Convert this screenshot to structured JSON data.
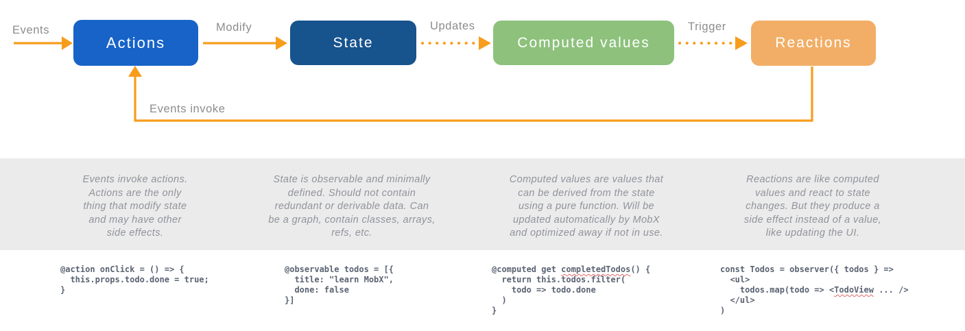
{
  "diagram": {
    "nodes": [
      {
        "id": "actions",
        "label": "Actions",
        "color": "#1763c8"
      },
      {
        "id": "state",
        "label": "State",
        "color": "#17538d"
      },
      {
        "id": "computed",
        "label": "Computed values",
        "color": "#8dc17c"
      },
      {
        "id": "reactions",
        "label": "Reactions",
        "color": "#f2ae66"
      }
    ],
    "edge_labels": {
      "events": "Events",
      "modify": "Modify",
      "updates": "Updates",
      "trigger": "Trigger",
      "events_invoke": "Events invoke"
    },
    "arrow_color": "#f79d1d"
  },
  "descriptions": [
    "Events invoke actions.\nActions are the only\nthing that modify state\nand may have other\nside effects.",
    "State is observable and minimally\ndefined. Should not contain\nredundant or derivable data. Can\nbe a graph, contain classes, arrays,\nrefs, etc.",
    "Computed values are values that\ncan be derived from the state\nusing a pure function. Will be\nupdated automatically by MobX\nand optimized away if not in use.",
    "Reactions are like computed\nvalues and react to state\nchanges. But they produce a\nside effect instead of a value,\nlike updating the UI."
  ],
  "code": {
    "blocks": [
      {
        "lines": [
          "@action onClick = () => {",
          "  this.props.todo.done = true;",
          "}"
        ]
      },
      {
        "lines": [
          "@observable todos = [{",
          "  title: \"learn MobX\",",
          "  done: false",
          "}]"
        ]
      },
      {
        "lines": [
          {
            "pre": "@computed get ",
            "squig": "completedTodos",
            "post": "() {"
          },
          "  return this.todos.filter(",
          "    todo => todo.done",
          "  )",
          "}"
        ]
      },
      {
        "lines": [
          "const Todos = observer({ todos } =>",
          "  <ul>",
          {
            "pre": "    todos.map(todo => <",
            "squig": "TodoView",
            "post": " ... />"
          },
          "  </ul>",
          ")"
        ]
      }
    ]
  },
  "colors": {
    "actions_box": "#1763c8",
    "state_box": "#17538d",
    "computed_box": "#8dc17c",
    "reactions_box": "#f2ae66",
    "arrow": "#f79d1d",
    "edge_label_text": "#8c8c8c",
    "band_background": "#ebebeb",
    "band_text": "#90939b",
    "code_text": "#5a6372",
    "squiggle": "#e06666"
  }
}
